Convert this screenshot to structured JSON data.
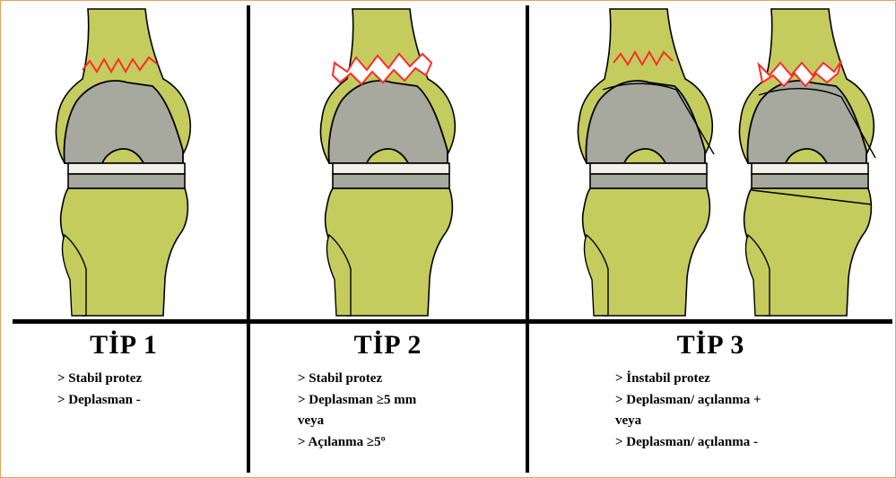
{
  "panels": [
    {
      "title": "TİP 1",
      "items": [
        "> Stabil protez",
        "> Deplasman -"
      ]
    },
    {
      "title": "TİP 2",
      "items": [
        "> Stabil protez",
        "> Deplasman ≥5 mm",
        "veya",
        "> Açılanma ≥5º"
      ]
    },
    {
      "title": "TİP 3",
      "items": [
        "> İnstabil protez",
        "> Deplasman/ açılanma +",
        "veya",
        "> Deplasman/ açılanma -"
      ]
    }
  ],
  "colors": {
    "bone": "#c4cc5e",
    "implant": "#a7a89e",
    "liner": "#f2f2ea",
    "fracture_line": "#ff2a2a",
    "divider": "#000000",
    "border": "#e8a25c"
  },
  "icons": [
    "knee-prosthesis-type1-illustration",
    "knee-prosthesis-type2-illustration",
    "knee-prosthesis-type3-illustration"
  ]
}
